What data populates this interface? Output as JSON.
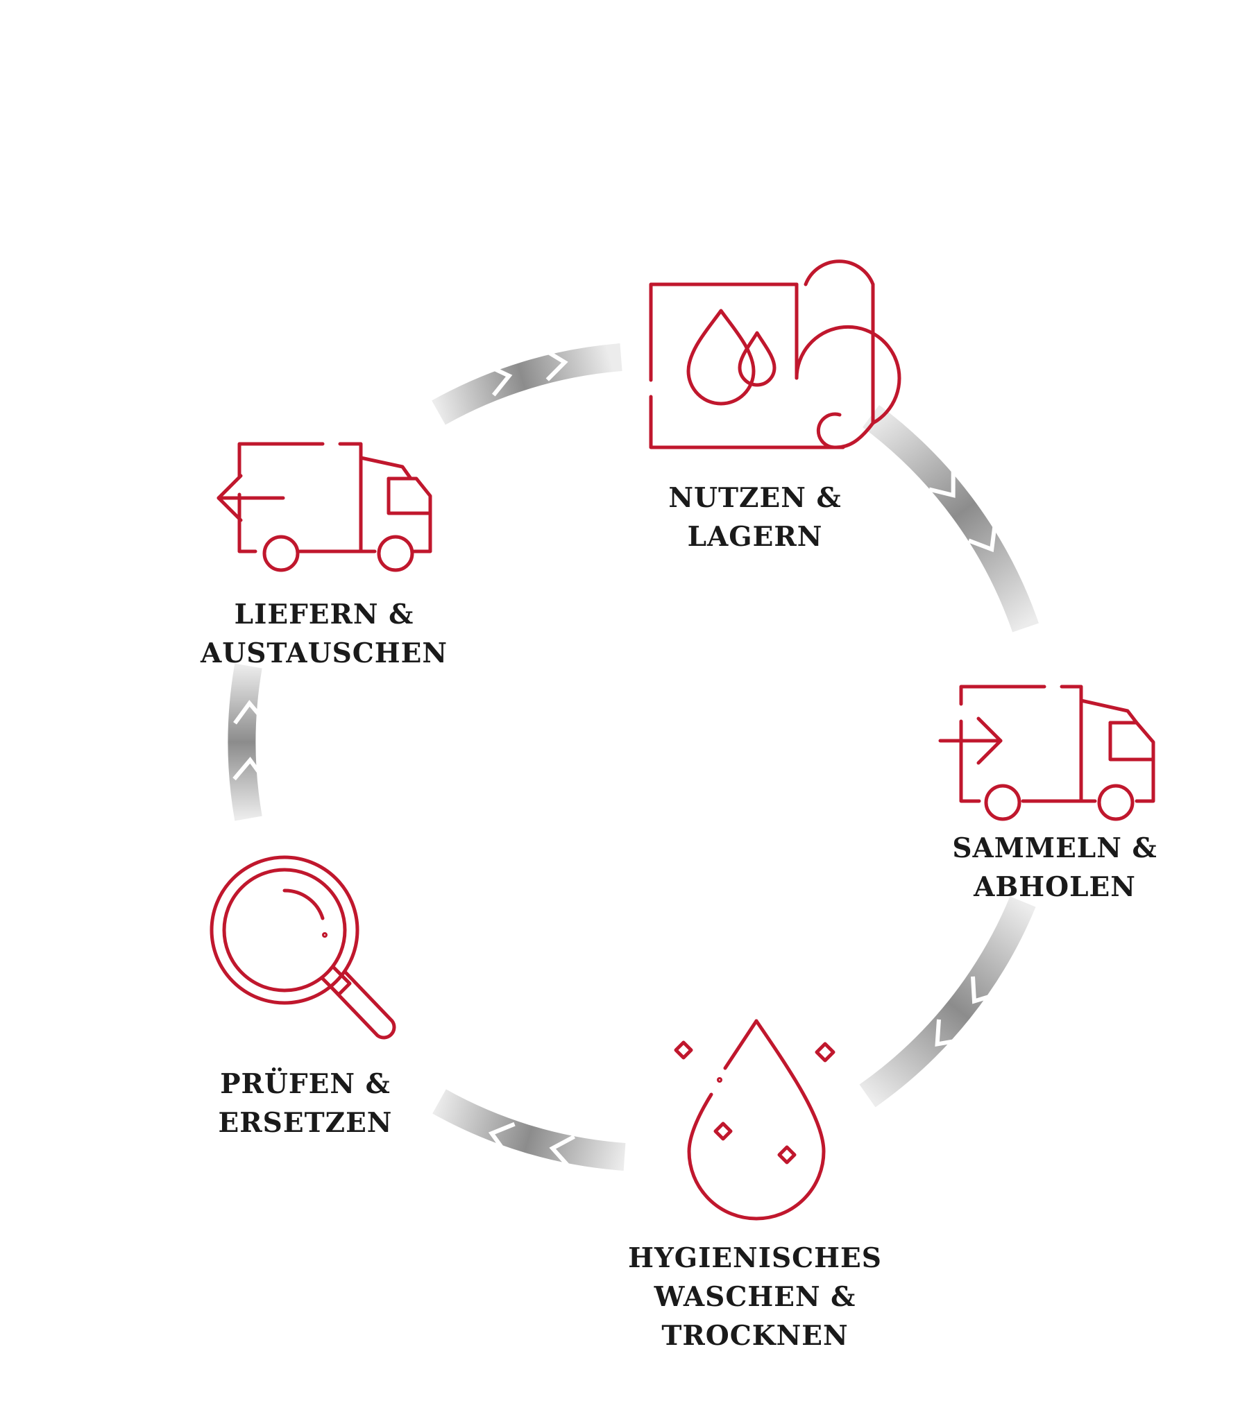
{
  "colors": {
    "icon_red": "#c0172d",
    "text": "#1a1a1a",
    "arc_dark": "#8c8c8c",
    "arc_light": "#e6e6e6"
  },
  "steps": [
    {
      "icon": "carpet-roll-drops-icon",
      "lines": [
        "NUTZEN &",
        "LAGERN"
      ]
    },
    {
      "icon": "truck-arrow-in-icon",
      "lines": [
        "SAMMELN &",
        "ABHOLEN"
      ]
    },
    {
      "icon": "water-drop-sparkle-icon",
      "lines": [
        "HYGIENISCHES",
        "WASCHEN &",
        "TROCKNEN"
      ]
    },
    {
      "icon": "magnifier-icon",
      "lines": [
        "PRÜFEN &",
        "ERSETZEN"
      ]
    },
    {
      "icon": "truck-arrow-out-icon",
      "lines": [
        "LIEFERN &",
        "AUSTAUSCHEN"
      ]
    }
  ]
}
